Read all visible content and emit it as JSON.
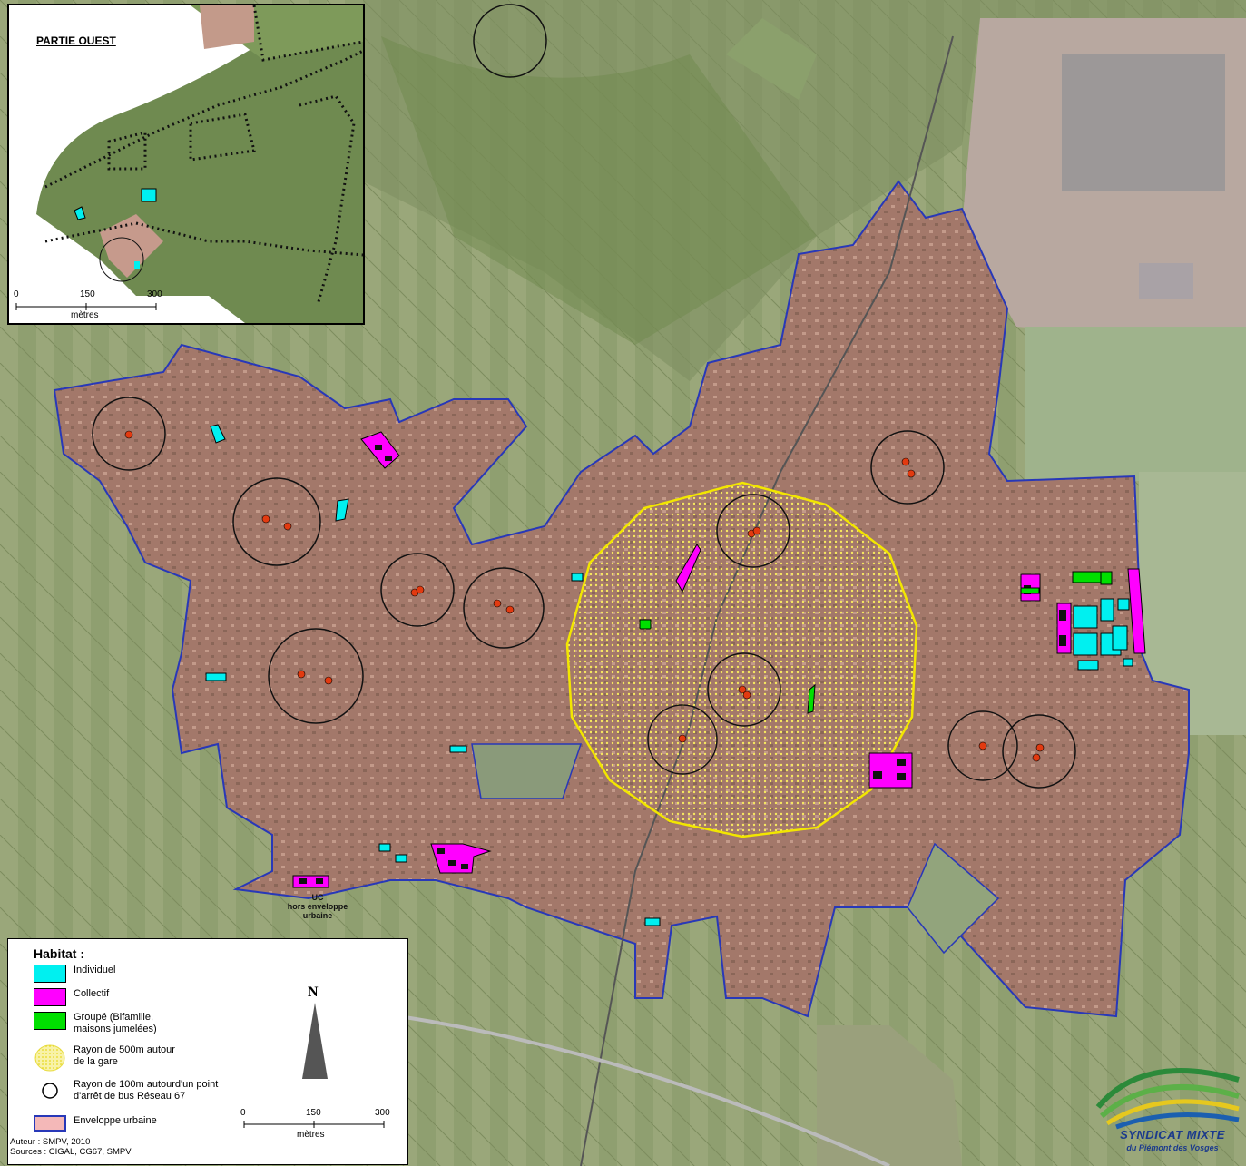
{
  "inset": {
    "title": "PARTIE OUEST",
    "scale": {
      "zero": "0",
      "mid": "150",
      "max": "300",
      "unit": "mètres"
    }
  },
  "map_labels": {
    "uc_line1": "UC",
    "uc_line2": "hors enveloppe",
    "uc_line3": "urbaine"
  },
  "legend": {
    "title": "Habitat :",
    "items": [
      {
        "label": "Individuel",
        "color": "#00f0f0"
      },
      {
        "label": "Collectif",
        "color": "#ff00ff"
      },
      {
        "label_line1": "Groupé (Bifamille,",
        "label_line2": "maisons jumelées)",
        "color": "#00e000"
      },
      {
        "label_line1": "Rayon de 500m autour",
        "label_line2": "de la gare",
        "color": "#f4ee70"
      },
      {
        "label_line1": "Rayon de 100m autourd'un point",
        "label_line2": "d'arrêt de bus Réseau 67"
      },
      {
        "label": "Enveloppe urbaine",
        "fill": "#f4b8b8",
        "stroke": "#2838b8"
      }
    ],
    "north": "N",
    "scale": {
      "zero": "0",
      "mid": "150",
      "max": "300",
      "unit": "mètres"
    }
  },
  "credits": {
    "author": "Auteur : SMPV, 2010",
    "sources": "Sources : CIGAL, CG67, SMPV"
  },
  "logo": {
    "line1": "SYNDICAT MIXTE",
    "line2": "du Piémont des Vosges"
  },
  "colors": {
    "individuel": "#00f0f0",
    "collectif": "#ff00ff",
    "groupe": "#00e000",
    "gare_radius": "#f2e600",
    "enveloppe": "#2838b8",
    "urban": "#a07a6e",
    "field": "#8a9a6a"
  }
}
